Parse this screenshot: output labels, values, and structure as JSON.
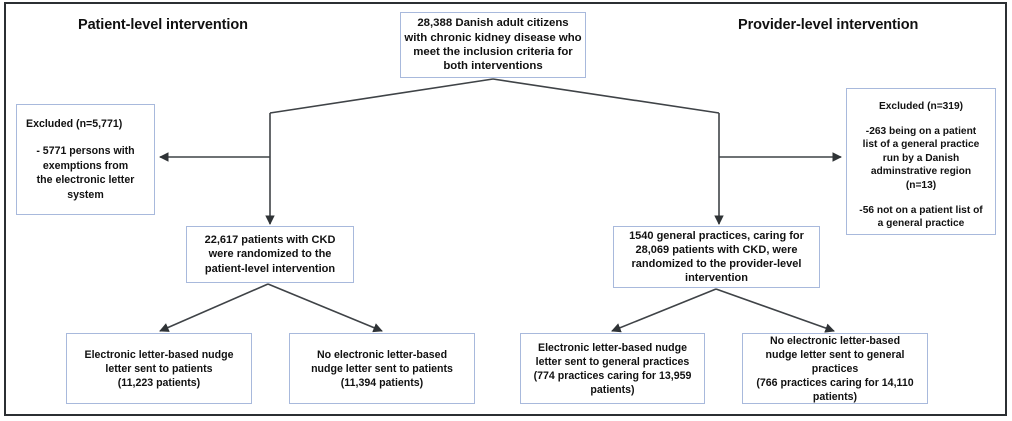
{
  "diagram": {
    "title": "CKD nudge trial CONSORT-style flow diagram",
    "headers": {
      "left": "Patient-level intervention",
      "right": "Provider-level intervention"
    },
    "colors": {
      "box_border": "#a8b9dc",
      "frame_border": "#2b2f33",
      "connector": "#3f4347",
      "text": "#111111",
      "background": "#ffffff"
    },
    "nodes": {
      "root": {
        "lines": [
          "28,388 Danish adult citizens",
          "with chronic kidney disease who",
          "meet the inclusion criteria for",
          "both interventions"
        ]
      },
      "excluded_left": {
        "title": "Excluded (n=5,771)",
        "body": [
          "- 5771 persons with",
          "exemptions from",
          "the electronic letter",
          "system"
        ]
      },
      "excluded_right": {
        "title": "Excluded (n=319)",
        "para1": [
          "-263 being on a patient",
          "list of a general practice",
          "run by a Danish",
          "adminstrative region",
          "(n=13)"
        ],
        "para2": [
          "-56 not on a patient list of",
          "a general practice"
        ]
      },
      "randomized_left": {
        "lines": [
          "22,617 patients with CKD",
          "were randomized to the",
          "patient-level intervention"
        ]
      },
      "randomized_right": {
        "lines": [
          "1540 general practices, caring for",
          "28,069 patients with CKD, were",
          "randomized to the provider-level",
          "intervention"
        ]
      },
      "leaf_1": {
        "lines": [
          "Electronic letter-based nudge",
          "letter sent to patients",
          "(11,223 patients)"
        ]
      },
      "leaf_2": {
        "lines": [
          "No electronic letter-based",
          "nudge letter sent to patients",
          "(11,394 patients)"
        ]
      },
      "leaf_3": {
        "lines": [
          "Electronic letter-based nudge",
          "letter sent to general practices",
          "(774 practices caring for 13,959",
          "patients)"
        ]
      },
      "leaf_4": {
        "lines": [
          "No electronic letter-based",
          "nudge letter sent to general",
          "practices",
          "(766 practices caring for 14,110",
          "patients)"
        ]
      }
    }
  }
}
